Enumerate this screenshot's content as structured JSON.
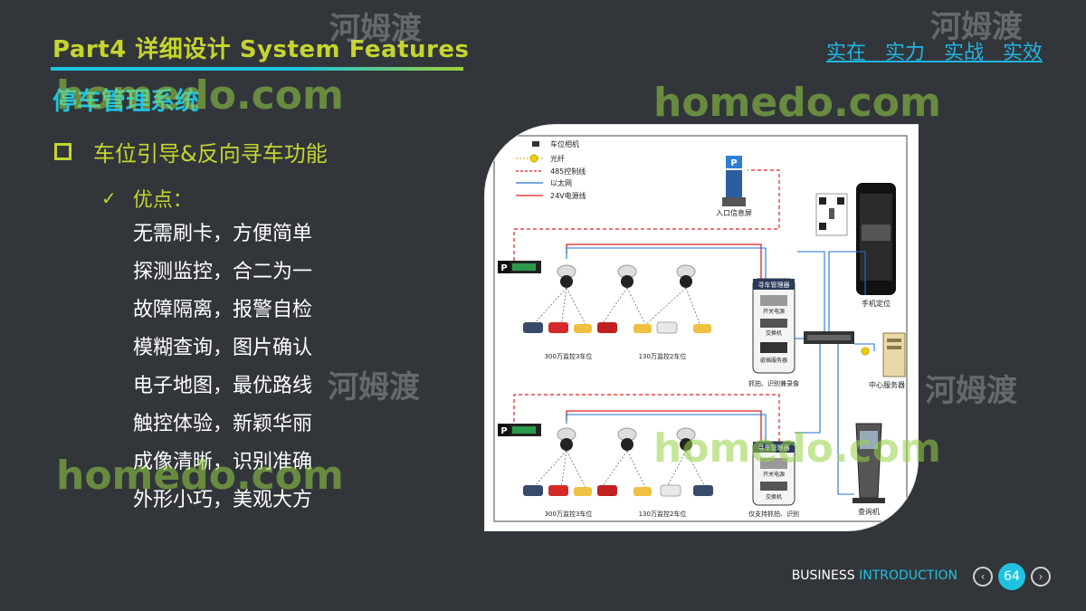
{
  "header": {
    "title": "Part4 详细设计 System Features",
    "tagline": "实在 实力 实战 实效"
  },
  "section": {
    "title": "停车管理系统",
    "bullet": "车位引导&反向寻车功能",
    "advantages_label": "优点：",
    "features": [
      "无需刷卡，方便简单",
      "探测监控，合二为一",
      "故障隔离，报警自检",
      "模糊查询，图片确认",
      "电子地图，最优路线",
      "触控体验，新颖华丽",
      "成像清晰，识别准确",
      "外形小巧，美观大方"
    ]
  },
  "diagram": {
    "legend": [
      "车位相机",
      "光纤",
      "485控制线",
      "以太网",
      "24V电源线"
    ],
    "entrance_screen": "入口信息屏",
    "phone_label": "手机定位",
    "server_label": "中心服务器",
    "kiosk_label": "查询机",
    "manager_top": "寻车管理器",
    "manager_bottom": "寻车管理器",
    "box_switch_power": "开关电源",
    "box_switch": "交换机",
    "box_server": "嵌插服务器",
    "capture_top": "抓拍、识别兼录像",
    "capture_bottom": "仅支持抓拍、识别",
    "cam_group_a_top": "300万监控3车位",
    "cam_group_b_top": "130万监控2车位",
    "cam_group_a_bottom": "300万监控3车位",
    "cam_group_b_bottom": "130万监控2车位",
    "p_sign": "P",
    "colors": {
      "fiber": "#c8a000",
      "rs485": "#e02020",
      "ethernet": "#2070d0",
      "power24v": "#e02020"
    }
  },
  "watermarks": [
    "homedo.com",
    "河姆渡"
  ],
  "footer": {
    "business": "BUSINESS",
    "introduction": "INTRODUCTION",
    "page": "64",
    "prev_icon": "chevron-left-icon",
    "next_icon": "chevron-right-icon"
  }
}
